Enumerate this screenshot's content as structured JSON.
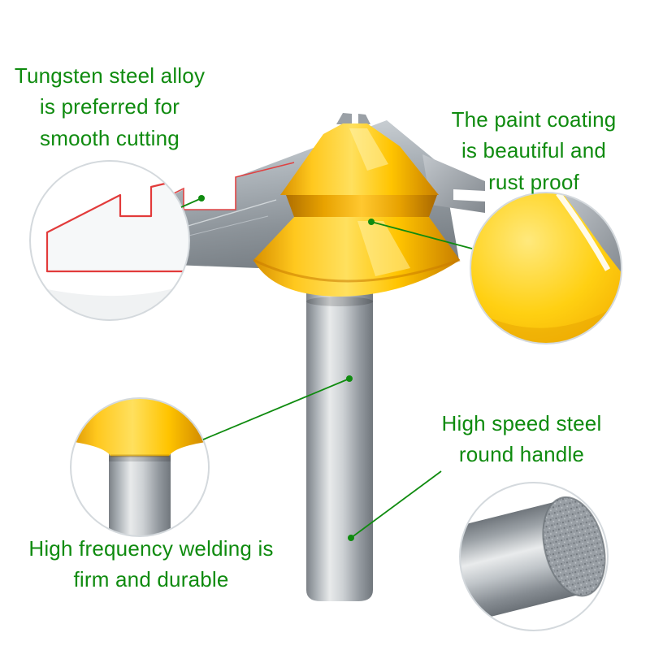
{
  "colors": {
    "annotation_green": "#0f8b0f",
    "red_profile_outline": "#e23b3b",
    "bit_yellow": "#ffc913",
    "steel_gray": "#9aa0a6",
    "callout_border": "#d4d9dd",
    "background": "#ffffff"
  },
  "annotations": [
    {
      "id": "tungsten-steel",
      "lines": [
        "Tungsten steel alloy",
        "is preferred for",
        "smooth cutting"
      ]
    },
    {
      "id": "paint-coating",
      "lines": [
        "The paint coating",
        "is beautiful and",
        "rust proof"
      ]
    },
    {
      "id": "round-handle",
      "lines": [
        "High speed steel",
        "round handle"
      ]
    },
    {
      "id": "welding",
      "lines": [
        "High frequency welding is",
        "firm and durable"
      ]
    }
  ],
  "callouts": [
    {
      "id": "blade-profile-closeup"
    },
    {
      "id": "paint-coating-closeup"
    },
    {
      "id": "weld-joint-closeup"
    },
    {
      "id": "shank-end-closeup"
    }
  ]
}
